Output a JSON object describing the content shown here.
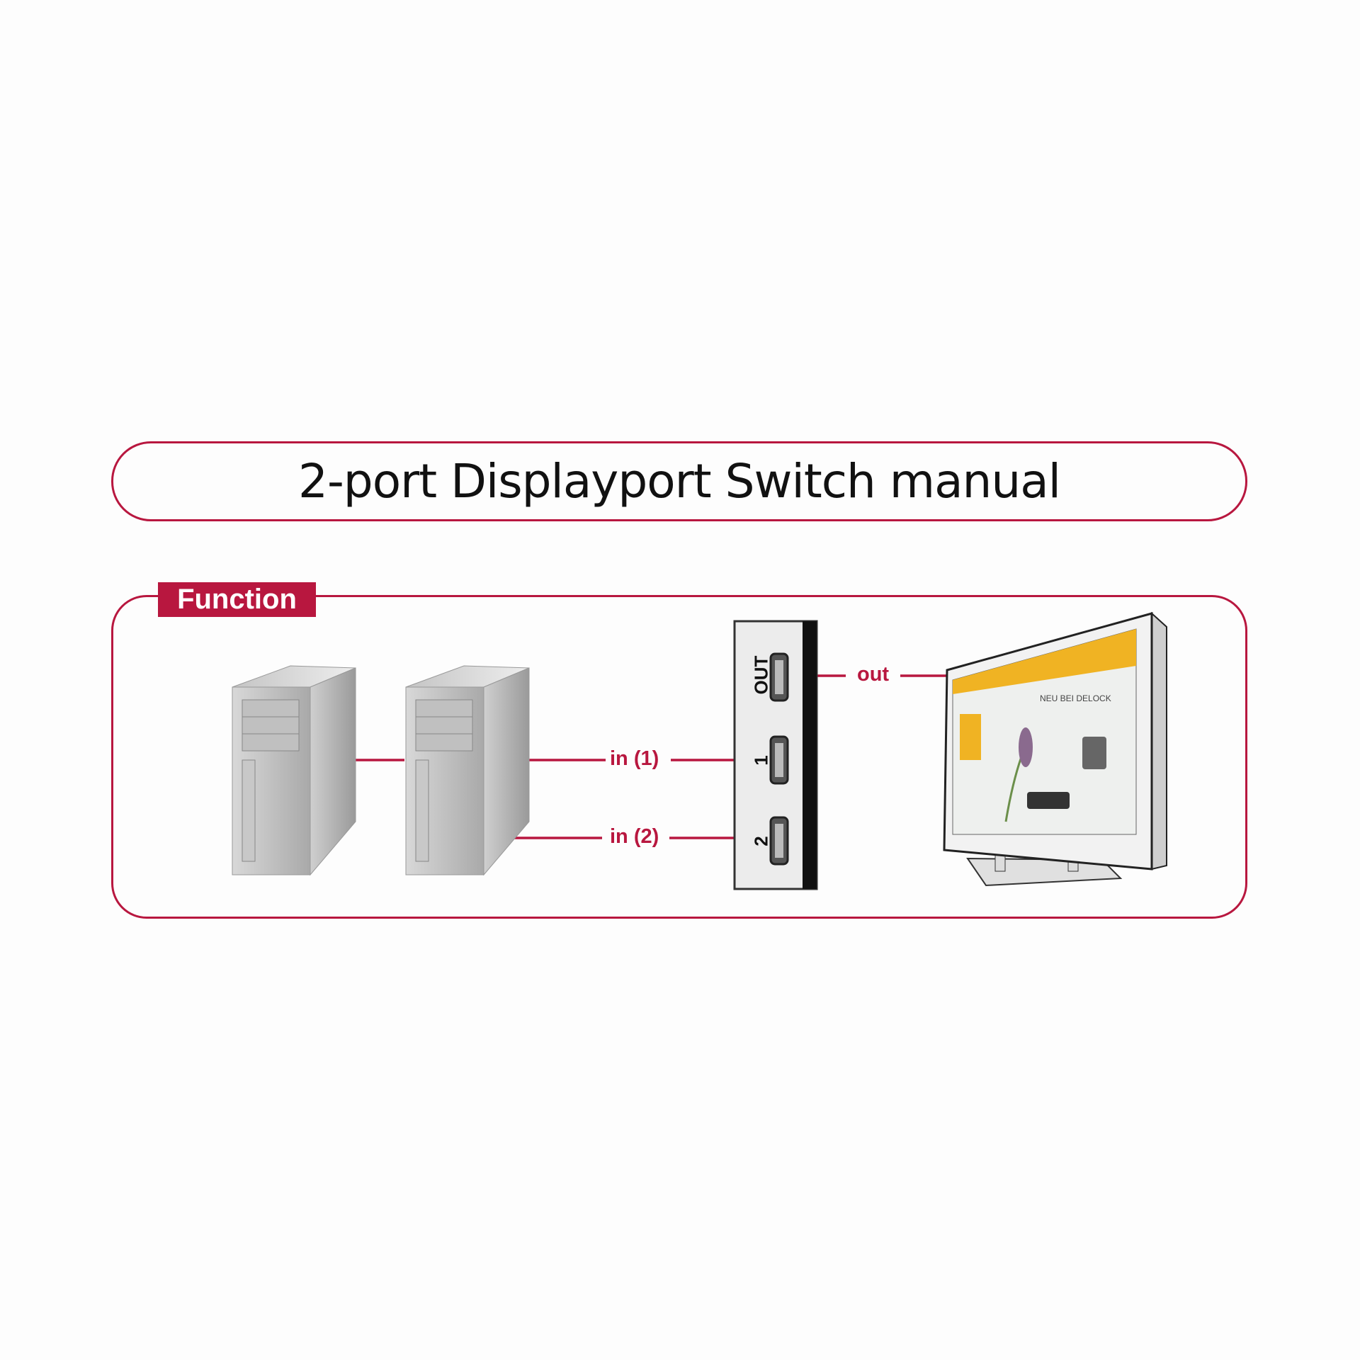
{
  "title": "2-port Displayport Switch manual",
  "section": {
    "label": "Function"
  },
  "connections": {
    "in1": "in (1)",
    "in2": "in (2)",
    "out": "out"
  },
  "switch_ports": {
    "out": "OUT",
    "port1": "1",
    "port2": "2"
  },
  "monitor_screen": {
    "headline": "NEU BEI DELOCK"
  },
  "colors": {
    "accent": "#b8173f",
    "screen_banner": "#f0b323"
  }
}
